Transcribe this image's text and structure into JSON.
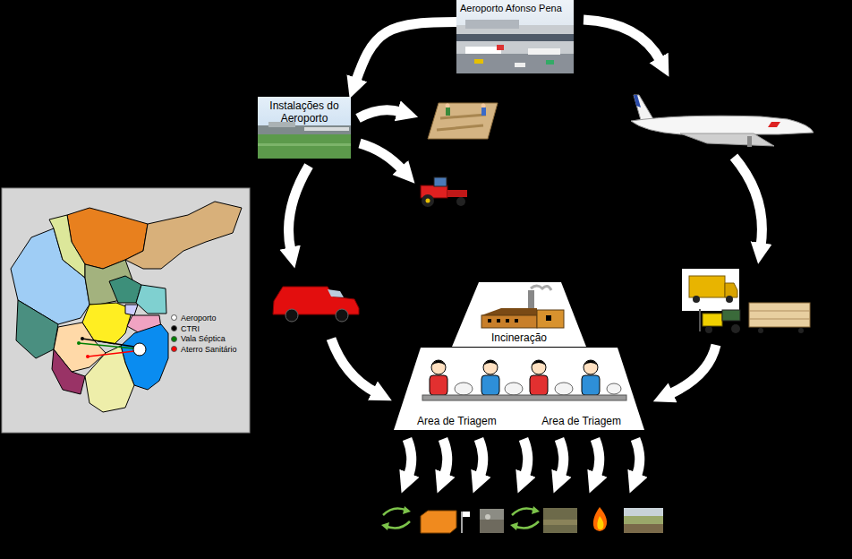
{
  "diagram": {
    "nodes": [
      {
        "text": [
          "Aeroporto Afonso Pena"
        ]
      },
      {
        "text": [
          "Instalações do Aeroporto"
        ]
      },
      {
        "text": [
          "Incineração"
        ]
      },
      {
        "text": [
          "Area de Triagem",
          "Area de Triagem"
        ]
      }
    ],
    "edges": [
      {
        "from": 0,
        "to": 1,
        "arrow": "to"
      }
    ],
    "legend": [
      {
        "text": "Aeroporto",
        "color": "#ffffff"
      },
      {
        "text": "CTRI",
        "color": "#000000"
      },
      {
        "text": "Vala Séptica",
        "color": "#008000"
      },
      {
        "text": "Aterro Sanitário",
        "color": "#ff0000"
      }
    ]
  }
}
